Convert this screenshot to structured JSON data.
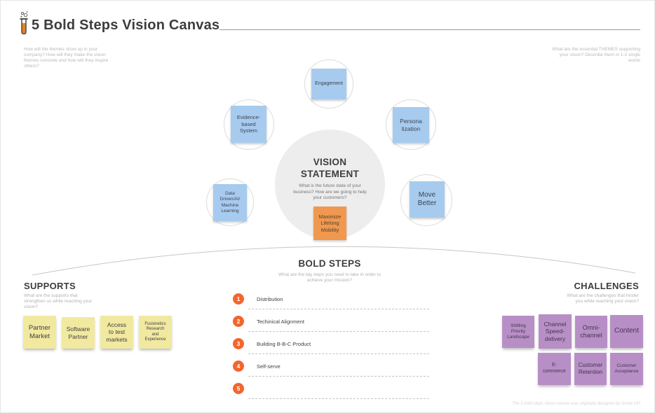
{
  "canvas": {
    "title": "5 Bold Steps Vision Canvas",
    "footer_credit": "The 5 bold steps vision canvas was originally designed by Grove Int'l"
  },
  "hints": {
    "left": "How will the themes show up in your company? How will they make the vision themes concrete and how will they inspire others?",
    "right": "What are the essential THEMES supporting your vision? Describe them in 1-2 single words"
  },
  "vision": {
    "heading": "VISION\nSTATEMENT",
    "prompt": "What is the future state of your business? How are we going to help your customers?",
    "note": "Maximize\nLifelong\nMobility"
  },
  "themes": {
    "notes": [
      "Engagement",
      "Evidence-\nbased\nSystem",
      "Persona\nlization",
      "Data\nDriven/AI/\nMachine\nLearning",
      "Move\nBetter"
    ]
  },
  "bold_steps": {
    "heading": "BOLD STEPS",
    "prompt": "What are the big steps you need to take in order to achieve your mission?",
    "steps": [
      {
        "num": "1",
        "label": "Distribution"
      },
      {
        "num": "2",
        "label": "Techinical Alignment"
      },
      {
        "num": "3",
        "label": "Building B-B-C Product"
      },
      {
        "num": "4",
        "label": "Self-serve"
      },
      {
        "num": "5",
        "label": ""
      }
    ]
  },
  "supports": {
    "heading": "SUPPORTS",
    "prompt": "What are the supports that strengthen us while reaching your vision?",
    "notes": [
      "Partner\nMarket",
      "Software\nPartner",
      "Access\nto test\nmarkets",
      "Fusionetics\nResearch\nand\nExperience"
    ]
  },
  "challenges": {
    "heading": "CHALLENGES",
    "prompt": "What are the challenges that hinder you while reaching your vision?",
    "notes_row1": [
      "Shifting\nPriority\nLandscape",
      "Channel\nSpeed-\ndelivery",
      "Omni-\nchannel",
      "Content"
    ],
    "notes_row2": [
      "E-\ncommerce",
      "Customer\nRetention",
      "Customer\nAcceptance"
    ]
  },
  "colors": {
    "accent_orange": "#f2662e",
    "sticky_blue": "#a7cbef",
    "sticky_orange": "#f0984f",
    "sticky_yellow": "#f1e9a0",
    "sticky_purple": "#b78fc6"
  }
}
